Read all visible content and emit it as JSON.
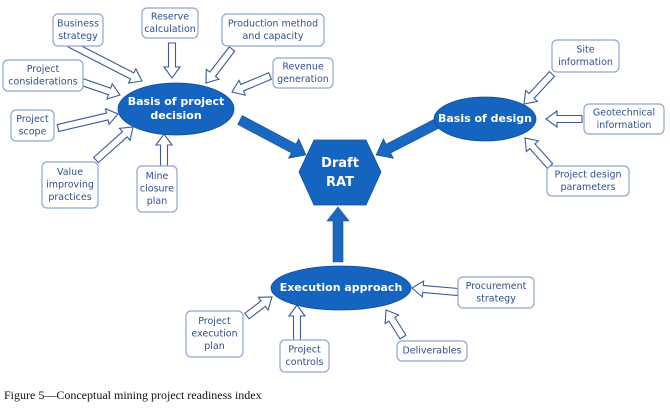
{
  "colors": {
    "node_fill": "#1565c0",
    "box_stroke": "#8ea6cf",
    "box_text": "#2f4f8f",
    "arrow_outline": "#3b5a98",
    "main_arrow": "#1a68c2"
  },
  "center": {
    "label_lines": [
      "Draft",
      "RAT"
    ]
  },
  "nodes": {
    "decision": {
      "label_lines": [
        "Basis of project",
        "decision"
      ]
    },
    "design": {
      "label_lines": [
        "Basis of design"
      ]
    },
    "execution": {
      "label_lines": [
        "Execution approach"
      ]
    }
  },
  "inputs": {
    "decision": [
      {
        "id": "business-strategy",
        "lines": [
          "Business",
          "strategy"
        ]
      },
      {
        "id": "reserve-calculation",
        "lines": [
          "Reserve",
          "calculation"
        ]
      },
      {
        "id": "production-method",
        "lines": [
          "Production method",
          "and capacity"
        ]
      },
      {
        "id": "revenue-generation",
        "lines": [
          "Revenue",
          "generation"
        ]
      },
      {
        "id": "project-considerations",
        "lines": [
          "Project",
          "considerations"
        ]
      },
      {
        "id": "project-scope",
        "lines": [
          "Project",
          "scope"
        ]
      },
      {
        "id": "value-improving",
        "lines": [
          "Value",
          "improving",
          "practices"
        ]
      },
      {
        "id": "mine-closure",
        "lines": [
          "Mine",
          "closure",
          "plan"
        ]
      }
    ],
    "design": [
      {
        "id": "site-information",
        "lines": [
          "Site",
          "information"
        ]
      },
      {
        "id": "geotechnical-information",
        "lines": [
          "Geotechnical",
          "information"
        ]
      },
      {
        "id": "project-design-parameters",
        "lines": [
          "Project design",
          "parameters"
        ]
      }
    ],
    "execution": [
      {
        "id": "procurement-strategy",
        "lines": [
          "Procurement",
          "strategy"
        ]
      },
      {
        "id": "project-execution-plan",
        "lines": [
          "Project",
          "execution",
          "plan"
        ]
      },
      {
        "id": "project-controls",
        "lines": [
          "Project",
          "controls"
        ]
      },
      {
        "id": "deliverables",
        "lines": [
          "Deliverables"
        ]
      }
    ]
  },
  "caption": "Figure 5—Conceptual mining project readiness index"
}
